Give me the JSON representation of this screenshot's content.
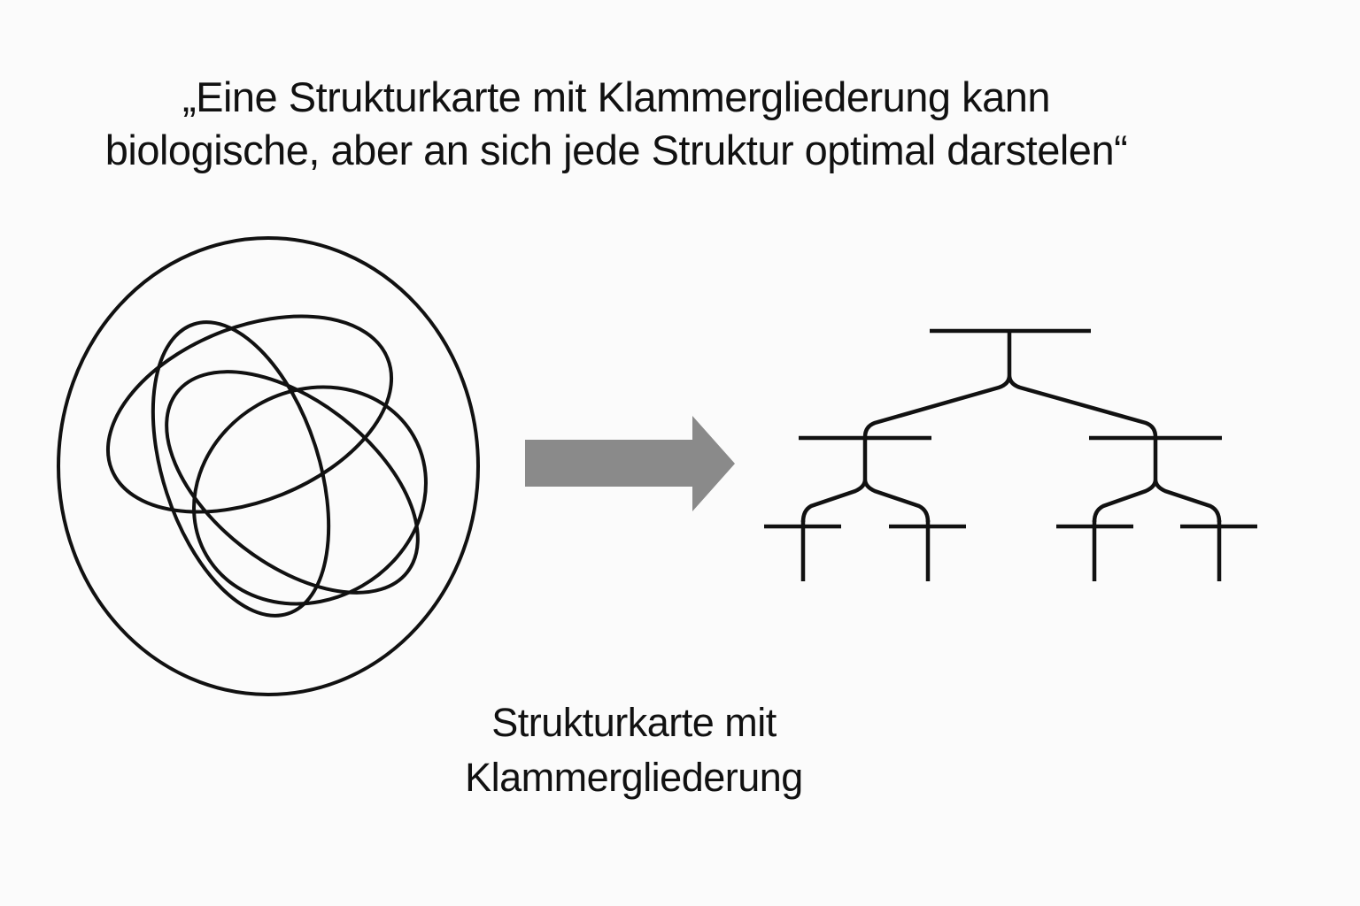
{
  "title": {
    "line1": "„Eine Strukturkarte mit Klammergliederung kann",
    "line2": "biologische, aber an sich jede Struktur optimal darstelen“"
  },
  "caption": {
    "line1": "Strukturkarte mit",
    "line2": "Klammergliederung"
  },
  "colors": {
    "stroke": "#111111",
    "arrow": "#8a8a8a",
    "background": "#fbfbfb"
  }
}
